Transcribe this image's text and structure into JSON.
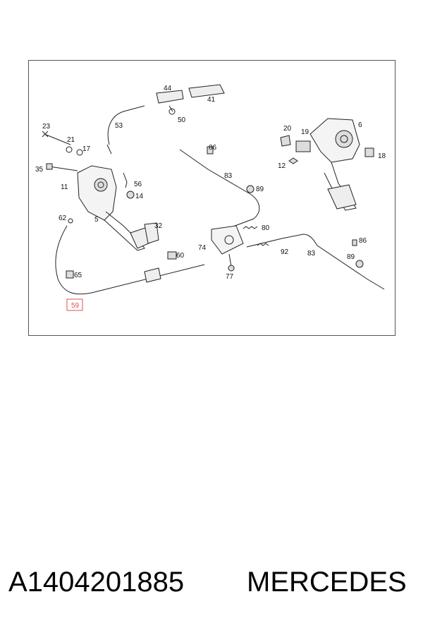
{
  "diagram": {
    "callouts": [
      "44",
      "41",
      "50",
      "53",
      "23",
      "21",
      "17",
      "35",
      "11",
      "56",
      "14",
      "5",
      "62",
      "32",
      "86",
      "83",
      "89",
      "80",
      "74",
      "60",
      "77",
      "65",
      "59",
      "20",
      "19",
      "6",
      "12",
      "18",
      "92",
      "83",
      "86",
      "89"
    ],
    "highlighted_callout": "59",
    "highlight_color": "#e05050"
  },
  "footer": {
    "part_number": "A1404201885",
    "brand": "MERCEDES"
  }
}
